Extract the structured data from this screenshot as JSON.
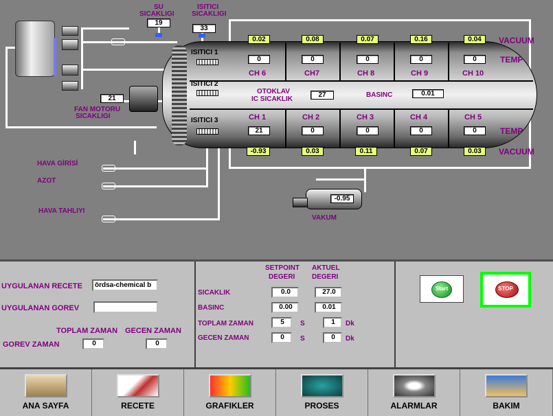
{
  "top_labels": {
    "su_sicakligi_1": "SU",
    "su_sicakligi_2": "SICAKLIGI",
    "isitici_sicakligi_1": "ISITICI",
    "isitici_sicakligi_2": "SICAKLIGI",
    "su_value": "19",
    "isitici_value": "33"
  },
  "fan": {
    "value": "21",
    "label_1": "FAN MOTORU",
    "label_2": "SICAKLIGI"
  },
  "heaters": [
    "ISITICI 1",
    "ISITICI 2",
    "ISITICI 3"
  ],
  "vessel": {
    "top_vacuum": [
      "0.02",
      "0.08",
      "0.07",
      "0.16",
      "0.04"
    ],
    "top_temp": [
      "0",
      "0",
      "0",
      "0",
      "0"
    ],
    "top_channels": [
      "CH 6",
      "CH7",
      "CH 8",
      "CH 9",
      "CH 10"
    ],
    "bottom_channels": [
      "CH 1",
      "CH 2",
      "CH 3",
      "CH 4",
      "CH 5"
    ],
    "bottom_temp": [
      "21",
      "0",
      "0",
      "0",
      "0"
    ],
    "bottom_vacuum": [
      "-0.93",
      "0.03",
      "0.11",
      "0.07",
      "0.03"
    ],
    "ic_label_1": "OTOKLAV",
    "ic_label_2": "IC SICAKLIK",
    "ic_value": "27",
    "basinc_label": "BASINC",
    "basinc_value": "0.01",
    "vacuum_label": "VACUUM",
    "temp_label": "TEMP"
  },
  "lines": {
    "hava_girisi": "HAVA GİRİSİ",
    "azot": "AZOT",
    "hava_tahliyi": "HAVA TAHLIYI"
  },
  "vakum": {
    "value": "-0.95",
    "label": "VAKUM"
  },
  "recipe": {
    "recete_label": "UYGULANAN RECETE",
    "recete_value": "ördsa-chemical b s",
    "gorev_label": "UYGULANAN GOREV",
    "gorev_value": "",
    "toplam_zaman_label": "TOPLAM ZAMAN",
    "gecen_zaman_label": "GECEN ZAMAN",
    "gorev_zaman_label": "GOREV ZAMAN",
    "toplam_value": "0",
    "gecen_value": "0"
  },
  "process": {
    "setpoint_1": "SETPOINT",
    "setpoint_2": "DEGERI",
    "aktuel_1": "AKTUEL",
    "aktuel_2": "DEGERI",
    "rows": [
      {
        "label": "SICAKLIK",
        "set": "0.0",
        "act": "27.0",
        "unit1": "",
        "unit2": ""
      },
      {
        "label": "BASINC",
        "set": "0.00",
        "act": "0.01",
        "unit1": "",
        "unit2": ""
      },
      {
        "label": "TOPLAM ZAMAN",
        "set": "5",
        "act": "1",
        "unit1": "S",
        "unit2": "Dk"
      },
      {
        "label": "GECEN ZAMAN",
        "set": "0",
        "act": "0",
        "unit1": "S",
        "unit2": "Dk"
      }
    ]
  },
  "controls": {
    "start_label": "Start",
    "stop_label": "STOP"
  },
  "nav": [
    "ANA SAYFA",
    "RECETE",
    "GRAFIKLER",
    "PROSES",
    "ALARMLAR",
    "BAKIM"
  ]
}
